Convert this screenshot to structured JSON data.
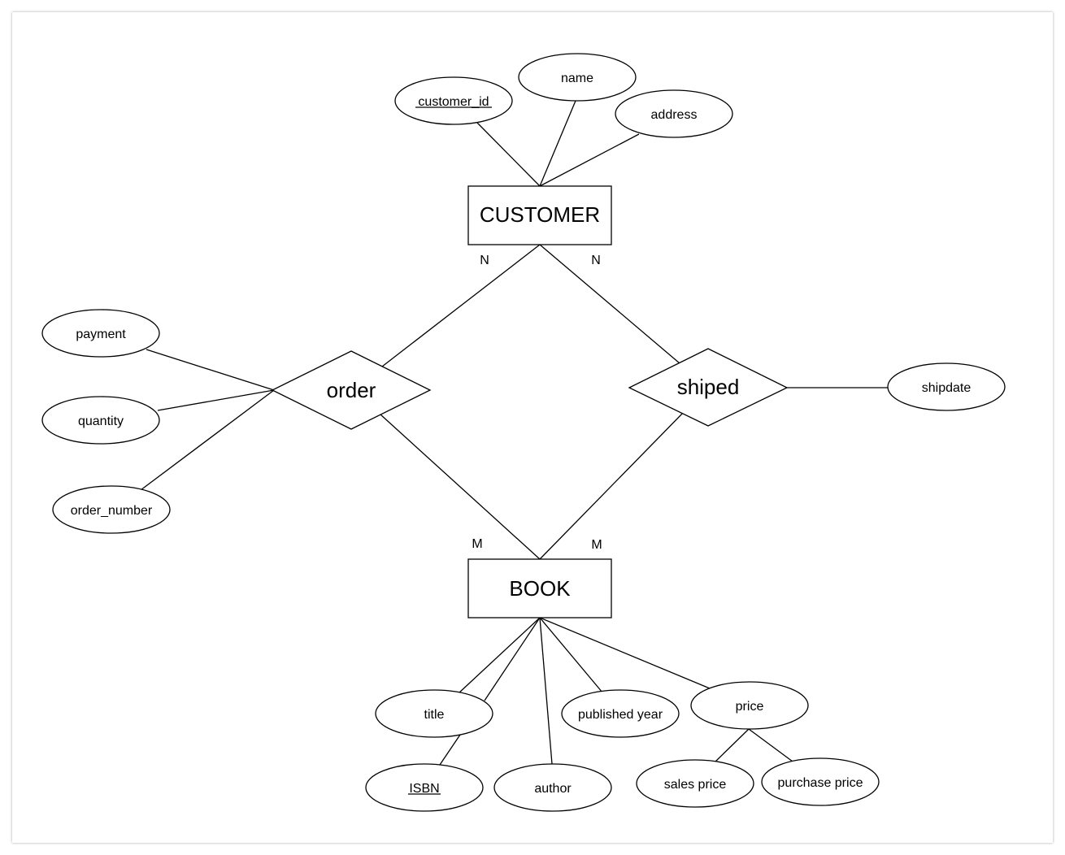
{
  "diagram": {
    "entities": {
      "customer": {
        "label": "CUSTOMER"
      },
      "book": {
        "label": "BOOK"
      }
    },
    "relationships": {
      "order": {
        "label": "order"
      },
      "shiped": {
        "label": "shiped"
      }
    },
    "attributes": {
      "customer_id": {
        "label": "customer_id",
        "key": true
      },
      "name": {
        "label": "name"
      },
      "address": {
        "label": "address"
      },
      "payment": {
        "label": "payment"
      },
      "quantity": {
        "label": "quantity"
      },
      "order_number": {
        "label": "order_number"
      },
      "shipdate": {
        "label": "shipdate"
      },
      "title": {
        "label": "title"
      },
      "isbn": {
        "label": "ISBN",
        "key": true
      },
      "author": {
        "label": "author"
      },
      "published_year": {
        "label": "published year"
      },
      "price": {
        "label": "price"
      },
      "sales_price": {
        "label": "sales price"
      },
      "purchase_price": {
        "label": "purchase price"
      }
    },
    "cardinality": {
      "customer_order": "N",
      "customer_shiped": "N",
      "book_order": "M",
      "book_shiped": "M"
    }
  }
}
